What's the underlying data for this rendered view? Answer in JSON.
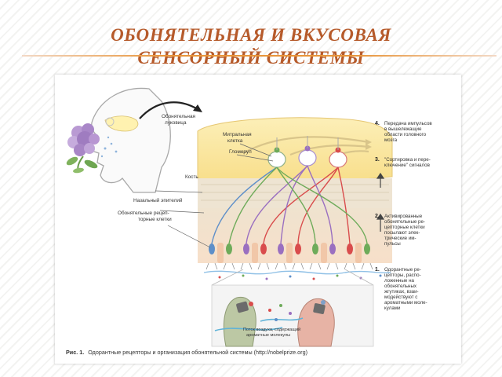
{
  "slide": {
    "title_line1": "ОБОНЯТЕЛЬНАЯ И ВКУСОВАЯ",
    "title_line2": "СЕНСОРНЫЙ СИСТЕМЫ"
  },
  "figure": {
    "labels": {
      "bulb_line1": "Обонятельная",
      "bulb_line2": "луковица",
      "mitral_line1": "Митральная",
      "mitral_line2": "клетка",
      "glomerulus": "Гломерул",
      "bone": "Кость",
      "epithelium": "Назальный эпителий",
      "receptor_line1": "Обонятельные рецеп-",
      "receptor_line2": "торные клетки",
      "airflow_line1": "Поток воздуха, содержащий",
      "airflow_line2": "ароматные молекулы"
    },
    "steps": [
      {
        "number": "4.",
        "lines": [
          "Передача импульсов",
          "в вышележащие",
          "области головного",
          "мозга"
        ]
      },
      {
        "number": "3.",
        "lines": [
          "\"Сортировка и пере-",
          "ключение\" сигналов"
        ]
      },
      {
        "number": "2.",
        "lines": [
          "Активированные",
          "обонятельные ре-",
          "цепторные клетки",
          "посылают элек-",
          "трические им-",
          "пульсы"
        ]
      },
      {
        "number": "1.",
        "lines": [
          "Одорантные ре-",
          "цепторы, распо-",
          "ложенные на",
          "обонятельных",
          "жгутиках, взаи-",
          "модействуют с",
          "ароматными моле-",
          "кулами"
        ]
      }
    ],
    "caption_prefix": "Рис. 1.",
    "caption_text": "Одорантные рецепторы и организация обонятельной системы (http://nobelprize.org)"
  },
  "colors": {
    "title": "#b65a2a",
    "bulb": "#fbe9a4",
    "tissue": "#f6dcc4",
    "neuron_red": "#d94c4c",
    "neuron_purple": "#9a6fc0",
    "neuron_green": "#6eab5a",
    "neuron_blue": "#5e8fc9"
  }
}
